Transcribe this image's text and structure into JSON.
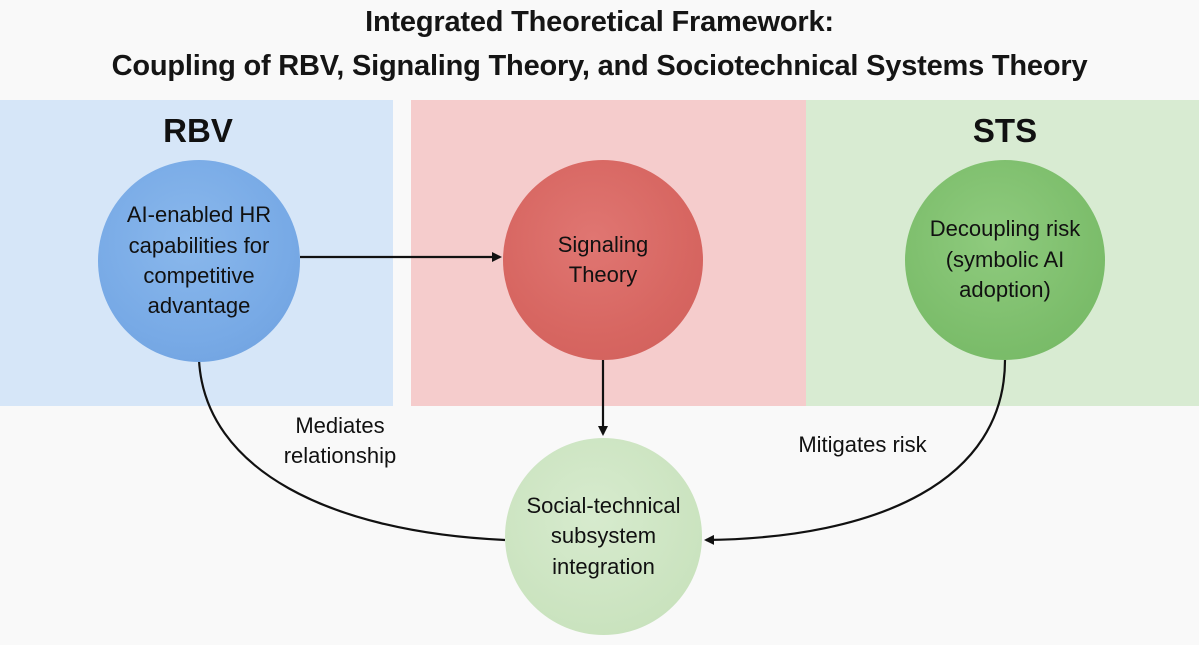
{
  "title": {
    "line1": "Integrated Theoretical Framework:",
    "line2": "Coupling of RBV, Signaling Theory, and Sociotechnical Systems Theory"
  },
  "panels": {
    "rbv": {
      "label": "RBV",
      "color": "#d6e6f8"
    },
    "signaling": {
      "label": "",
      "color": "#f5cccc"
    },
    "sts": {
      "label": "STS",
      "color": "#d8ebd2"
    }
  },
  "nodes": {
    "rbv": {
      "lines": [
        "AI-enabled HR",
        "capabilities for",
        "competitive",
        "advantage"
      ],
      "color": "#78aae6"
    },
    "signaling": {
      "lines": [
        "Signaling",
        "Theory"
      ],
      "color": "#d76661"
    },
    "sts": {
      "lines": [
        "Decoupling risk",
        "(symbolic AI",
        "adoption)"
      ],
      "color": "#7dbe6c"
    },
    "integration": {
      "lines": [
        "Social-technical",
        "subsystem",
        "integration"
      ],
      "color": "#cce4c1"
    }
  },
  "edges": {
    "mediates": {
      "lines": [
        "Mediates",
        "relationship"
      ]
    },
    "mitigates": {
      "lines": [
        "Mitigates risk"
      ]
    }
  }
}
